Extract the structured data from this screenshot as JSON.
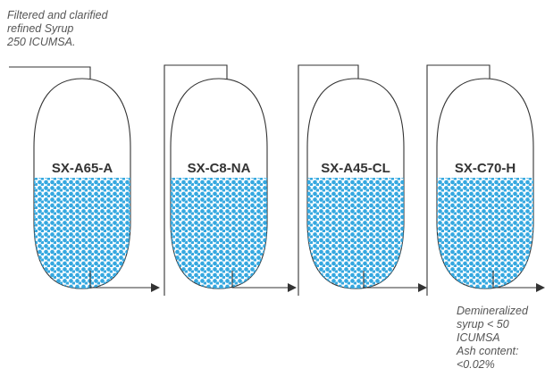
{
  "notes": {
    "input": "Filtered and clarified\nrefined Syrup\n250 ICUMSA.",
    "output": "Demineralized\nsyrup < 50\nICUMSA\nAsh content:\n<0.02%"
  },
  "columns": [
    {
      "label": "SX-A65-A"
    },
    {
      "label": "SX-C8-NA"
    },
    {
      "label": "SX-A45-CL"
    },
    {
      "label": "SX-C70-H"
    }
  ],
  "colors": {
    "resin": "#35a8e0",
    "outline": "#333333",
    "note_text": "#555555",
    "label_text": "#333333",
    "background": "#ffffff"
  },
  "icons": {
    "flow_arrow": "arrow-head"
  }
}
